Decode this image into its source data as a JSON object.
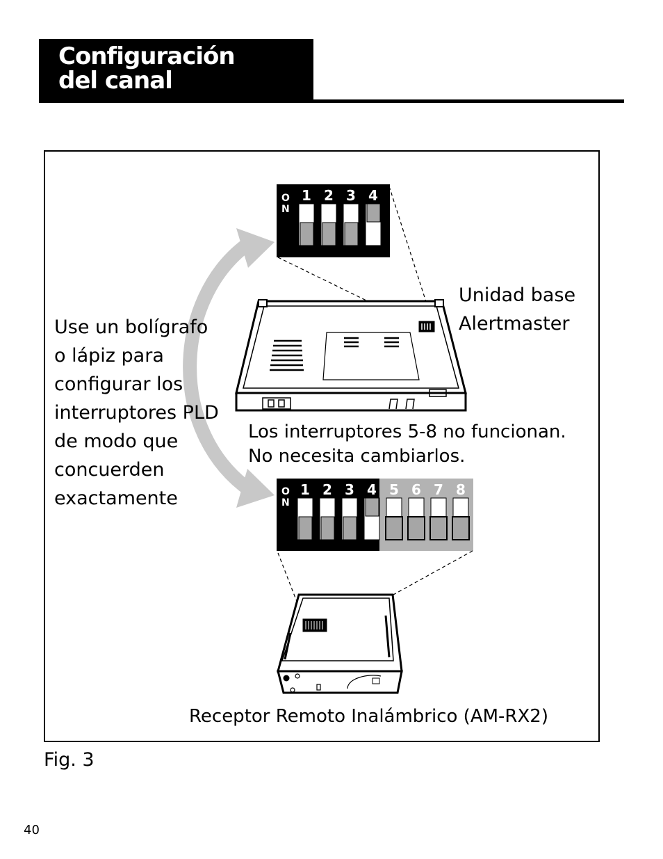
{
  "header": {
    "title": "Configuración\ndel canal"
  },
  "figure": {
    "instruction": "Use un bolígrafo\no lápiz para\nconfigurar los\ninterruptores PLD\nde modo que\nconcuerden\nexactamente",
    "base_unit_label": "Unidad base\nAlertmaster",
    "switch_note": "Los interruptores 5-8 no funcionan.\nNo necesita cambiarlos.",
    "receiver_label": "Receptor Remoto Inalámbrico (AM-RX2)",
    "caption": "Fig. 3",
    "on_label": "ON",
    "base_dip": {
      "numbers": [
        "1",
        "2",
        "3",
        "4"
      ],
      "positions": [
        "off",
        "off",
        "off",
        "on"
      ]
    },
    "receiver_dip": {
      "numbers": [
        "1",
        "2",
        "3",
        "4",
        "5",
        "6",
        "7",
        "8"
      ],
      "positions": [
        "off",
        "off",
        "off",
        "on",
        "off",
        "off",
        "off",
        "off"
      ],
      "inactive_from": 5
    },
    "colors": {
      "black": "#000000",
      "switch_gray": "#a6a6a6",
      "arrow_gray": "#c8c8c8",
      "inactive_panel": "#b3b3b3"
    }
  },
  "page_number": "40"
}
